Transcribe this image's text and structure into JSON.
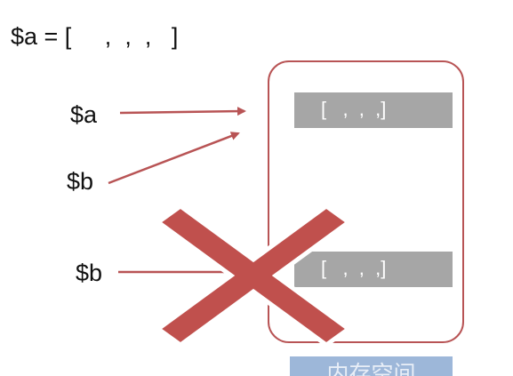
{
  "code": {
    "assignment": "$a = [     ,  ,  ,   ]"
  },
  "variables": {
    "a": "$a",
    "b1": "$b",
    "b2": "$b"
  },
  "memory": {
    "slot_top": "[   ,  ,  ,]",
    "slot_bottom": "[   ,  ,  ,]",
    "label": "内存空间"
  },
  "colors": {
    "arrow": "#b85455",
    "box_border": "#b85455",
    "slot_fill": "#a6a6a6",
    "cross_fill": "#c0504d",
    "cross_stroke": "#ffffff",
    "label_fill": "#9db7d9"
  },
  "icons": {
    "cross": "cross-out-mark"
  }
}
